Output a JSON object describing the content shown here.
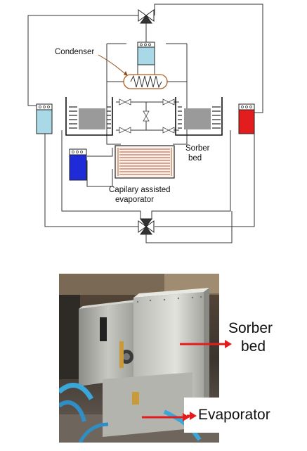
{
  "diagram": {
    "labels": {
      "condenser": "Condenser",
      "sorber_bed_1": "Sorber",
      "sorber_bed_2": "bed",
      "evaporator_1": "Capilary assisted",
      "evaporator_2": "evaporator"
    },
    "colors": {
      "chiller_cyan": "#a9d9e6",
      "heater_red": "#e31d1d",
      "cooler_blue": "#1e2bd6",
      "bed_grey": "#9a9a9a",
      "evaporator_tube": "#d4876a",
      "condenser_coil": "#b05a1e"
    }
  },
  "photo": {
    "labels": {
      "sorber_bed_1": "Sorber",
      "sorber_bed_2": "bed",
      "evaporator": "Evaporator"
    },
    "arrow_color": "#e51c1c"
  }
}
